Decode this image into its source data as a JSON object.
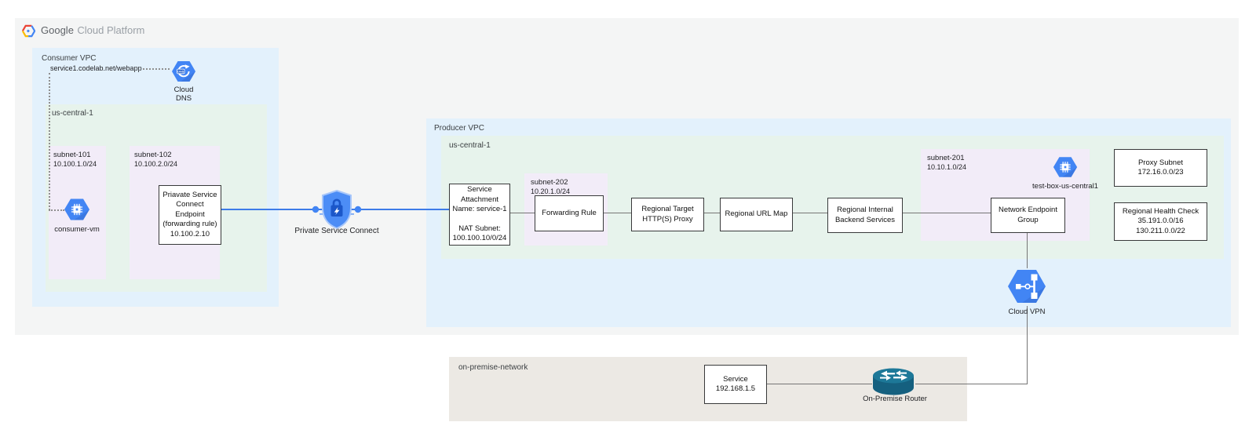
{
  "brand": {
    "google": "Google",
    "suffix": "Cloud Platform"
  },
  "consumer_vpc": {
    "label": "Consumer VPC",
    "dns_record": "service1.codelab.net/webapp",
    "cloud_dns_caption": "Cloud\nDNS",
    "region_label": "us-central-1",
    "subnet_101": {
      "name": "subnet-101",
      "cidr": "10.100.1.0/24"
    },
    "consumer_vm_caption": "consumer-vm",
    "subnet_102": {
      "name": "subnet-102",
      "cidr": "10.100.2.0/24"
    },
    "endpoint_box": "Priavate Service\nConnect Endpoint\n(forwarding rule)\n10.100.2.10"
  },
  "psc": {
    "caption": "Private Service Connect"
  },
  "producer_vpc": {
    "label": "Producer VPC",
    "region_label": "us-central-1",
    "service_attachment_box": "Service\nAttachment\nName: service-1\n\nNAT Subnet:\n100.100.10/0/24",
    "subnet_202": {
      "name": "subnet-202",
      "cidr": "10.20.1.0/24"
    },
    "forwarding_rule_box": "Forwarding Rule",
    "target_proxy_box": "Regional Target\nHTTP(S) Proxy",
    "url_map_box": "Regional URL Map",
    "backend_services_box": "Regional Internal\nBackend Services",
    "subnet_201": {
      "name": "subnet-201",
      "cidr": "10.10.1.0/24"
    },
    "test_box_caption": "test-box-us-central1",
    "neg_box": "Network Endpoint\nGroup",
    "proxy_subnet_box": "Proxy Subnet\n172.16.0.0/23",
    "health_check_box": "Regional Health Check\n35.191.0.0/16\n130.211.0.0/22",
    "cloud_vpn_caption": "Cloud VPN"
  },
  "on_premise": {
    "label": "on-premise-network",
    "service_box": "Service\n192.168.1.5",
    "router_caption": "On-Premise Router"
  },
  "colors": {
    "vpc_zone": "#e3f1fc",
    "region_zone": "#e7f3ec",
    "subnet_zone": "#f2ecf8",
    "onprem_zone": "#ece9e4",
    "panel_bg": "#f4f5f5",
    "icon_blue": "#4285f4",
    "connector_blue": "#3d7be8",
    "connector_grey": "#757575",
    "router_teal": "#1d7898"
  }
}
